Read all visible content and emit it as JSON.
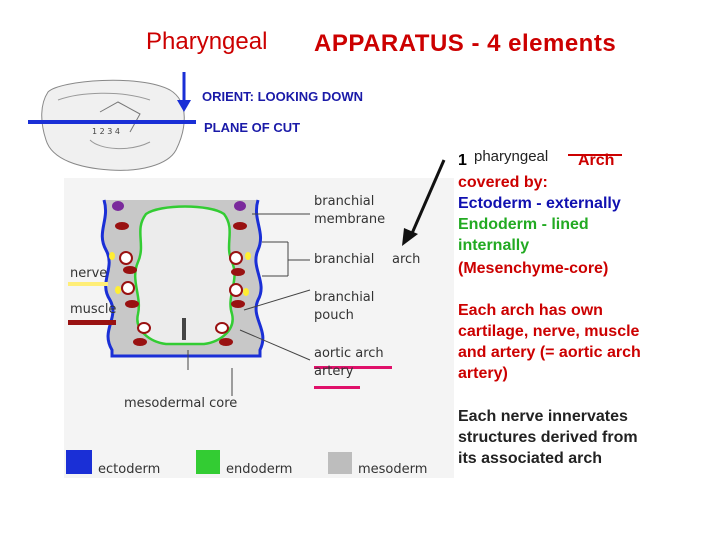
{
  "title": {
    "part1": "Pharyngeal",
    "part2": "APPARATUS - 4 elements"
  },
  "orient": {
    "line1": "ORIENT: LOOKING DOWN",
    "line2": "PLANE OF CUT"
  },
  "left_labels": {
    "nerve": "nerve",
    "muscle": "muscle",
    "branchial_membrane_1": "branchial",
    "branchial_membrane_2": "membrane",
    "branchial_arch_1": "branchial",
    "branchial_arch_2": "arch",
    "branchial_pouch_1": "branchial",
    "branchial_pouch_2": "pouch",
    "aortic_arch": "aortic arch",
    "artery": "artery",
    "mesodermal_core": "mesodermal core"
  },
  "legend": {
    "ectoderm": "ectoderm",
    "endoderm": "endoderm",
    "mesoderm": "mesoderm"
  },
  "right_text": {
    "num": "1",
    "pharyngeal": "pharyngeal",
    "arch": "Arch",
    "covered_by": "covered by:",
    "ectoderm_line": "Ectoderm - externally",
    "endoderm_line1": "Endoderm - lined",
    "endoderm_line2": "internally",
    "mesenchyme": "(Mesenchyme-core)",
    "own1": "Each arch has own",
    "own2": "cartilage, nerve, muscle",
    "own3": "and artery (= aortic arch",
    "own4": "artery)",
    "nerve1": "Each nerve innervates",
    "nerve2": "structures derived from",
    "nerve3": "its associated arch"
  },
  "colors": {
    "red": "#cc0000",
    "blue": "#1010b0",
    "green": "#22aa22",
    "ectoderm": "#1a2fd6",
    "endoderm": "#33cc33",
    "mesoderm": "#bdbdbd",
    "nerve_line": "#ffee77",
    "muscle_line": "#991111",
    "artery_line": "#e0106a"
  }
}
